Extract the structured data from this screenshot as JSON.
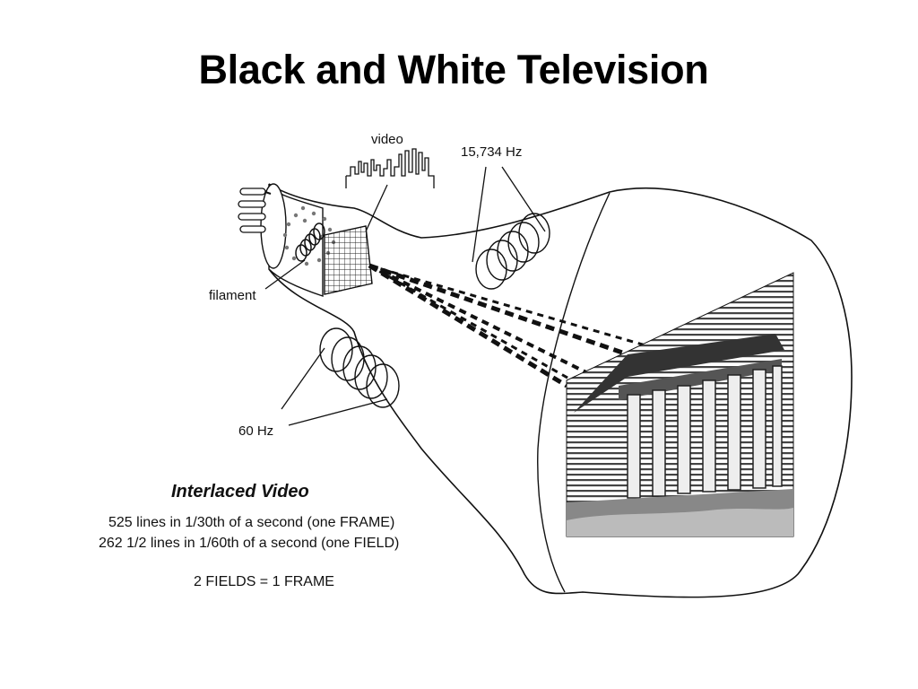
{
  "slide": {
    "title": "Black and White Television"
  },
  "diagram": {
    "labels": {
      "video": "video",
      "horizontal_frequency": "15,734 Hz",
      "filament": "filament",
      "vertical_frequency": "60 Hz"
    },
    "notes": {
      "heading": "Interlaced Video",
      "line1": "525 lines in 1/30th of a second (one FRAME)",
      "line2": "262 1/2 lines in 1/60th of a second (one FIELD)",
      "line3": "2 FIELDS = 1 FRAME"
    }
  }
}
